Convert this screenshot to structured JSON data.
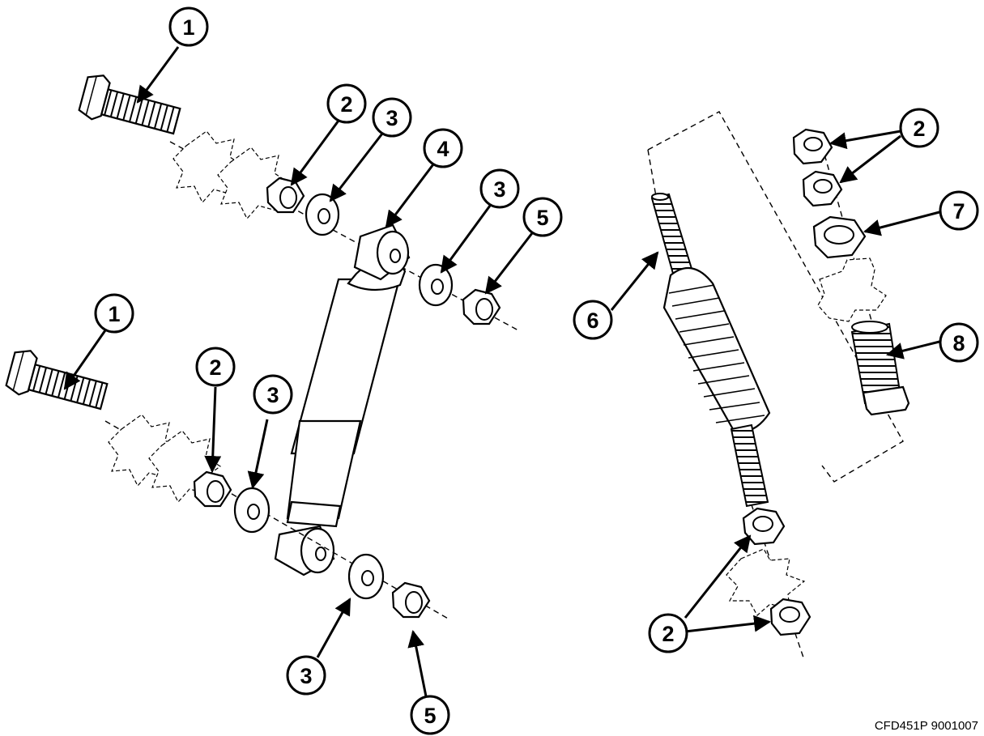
{
  "figure_id": "CFD451P  9001007",
  "callouts": [
    {
      "label": "1"
    },
    {
      "label": "2"
    },
    {
      "label": "3"
    },
    {
      "label": "4"
    },
    {
      "label": "3"
    },
    {
      "label": "5"
    },
    {
      "label": "1"
    },
    {
      "label": "2"
    },
    {
      "label": "3"
    },
    {
      "label": "3"
    },
    {
      "label": "5"
    },
    {
      "label": "6"
    },
    {
      "label": "2"
    },
    {
      "label": "7"
    },
    {
      "label": "8"
    },
    {
      "label": "2"
    }
  ],
  "colors": {
    "ink": "#000000",
    "paper": "#ffffff",
    "part_fill": "#ffffff"
  }
}
